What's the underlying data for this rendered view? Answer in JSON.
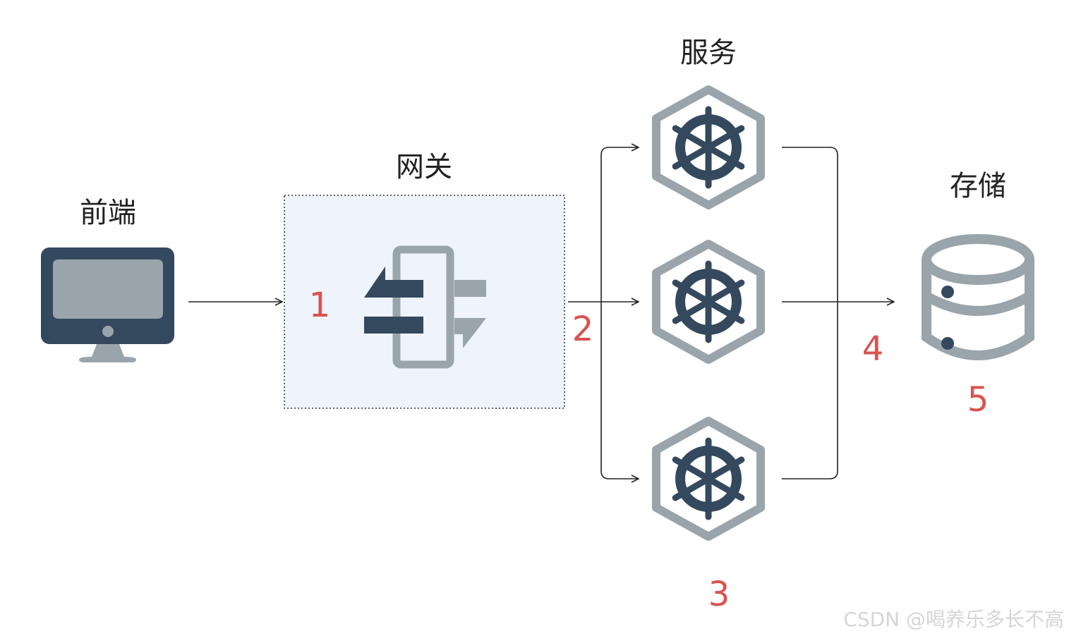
{
  "labels": {
    "frontend": "前端",
    "gateway": "网关",
    "service": "服务",
    "storage": "存储"
  },
  "steps": [
    "1",
    "2",
    "3",
    "4",
    "5"
  ],
  "watermark": "CSDN @喝养乐多长不高",
  "colors": {
    "dark": "#34495e",
    "gray": "#9aa4ab",
    "accent": "#d9534f",
    "gateway_bg": "#eef3fc",
    "watermark": "#d5d5d5"
  },
  "icons": {
    "frontend": "monitor-icon",
    "gateway": "gateway-icon",
    "service": "helm-wheel-icon",
    "storage": "database-icon"
  }
}
